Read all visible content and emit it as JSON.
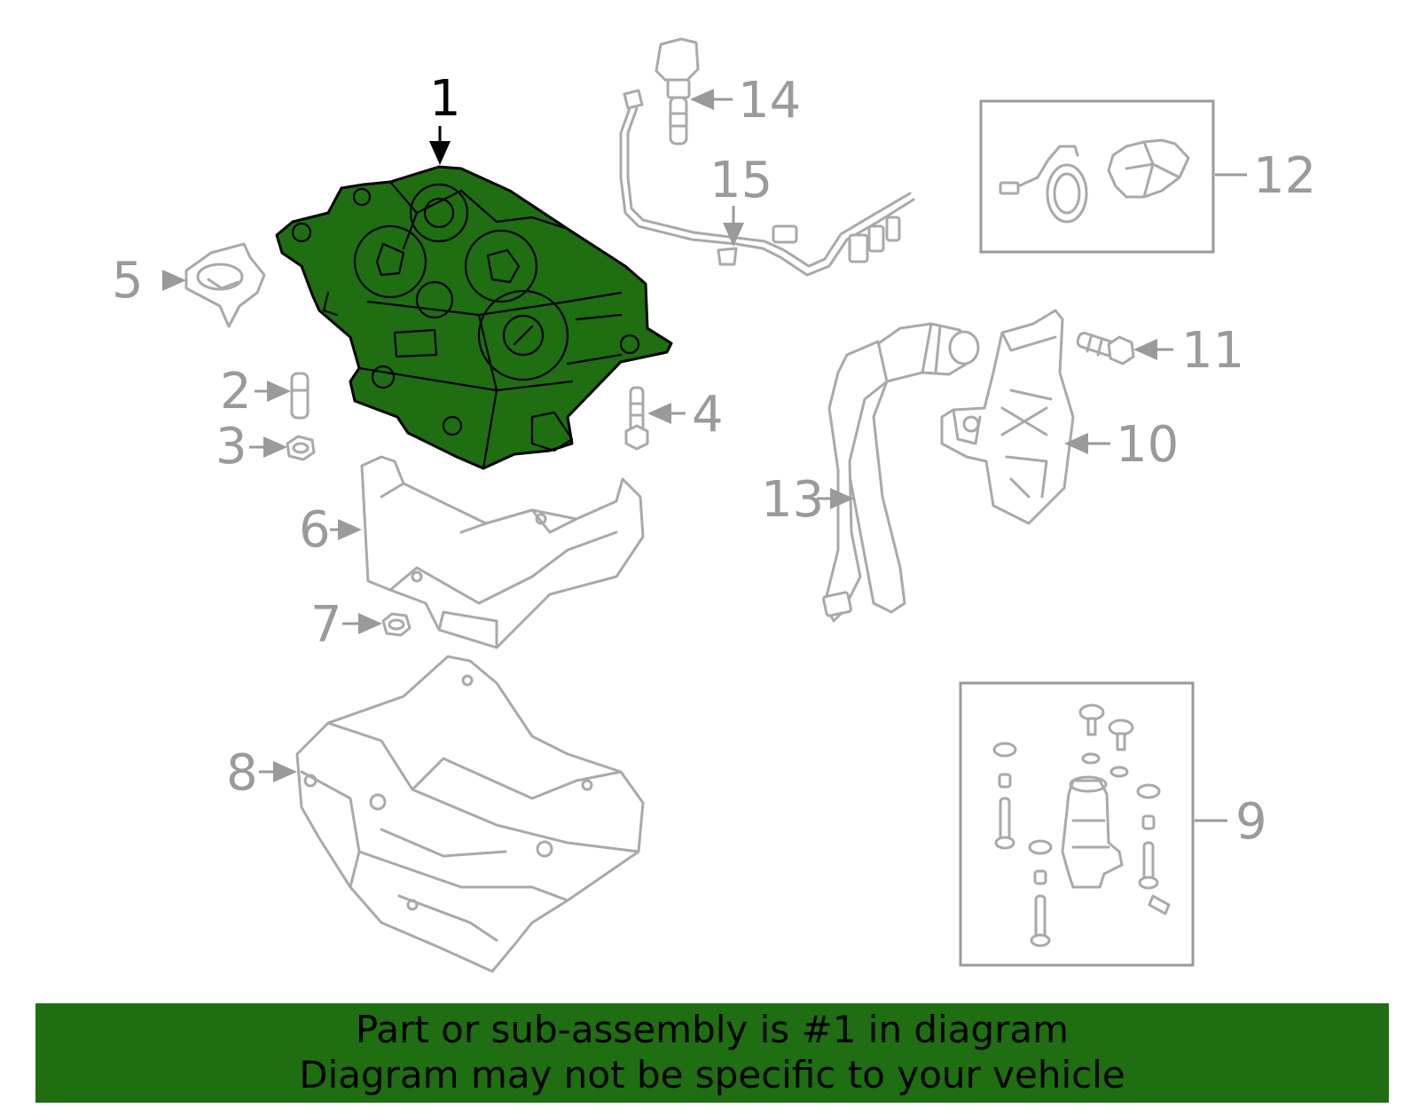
{
  "callouts": {
    "c1": "1",
    "c2": "2",
    "c3": "3",
    "c4": "4",
    "c5": "5",
    "c6": "6",
    "c7": "7",
    "c8": "8",
    "c9": "9",
    "c10": "10",
    "c11": "11",
    "c12": "12",
    "c13": "13",
    "c14": "14",
    "c15": "15"
  },
  "colors": {
    "highlight": "#1f6e12",
    "banner": "#1f6e12",
    "part_outline": "#a9a9a9"
  },
  "banner": {
    "line1": "Part or sub-assembly is #1 in diagram",
    "line2": "Diagram may not be specific to your vehicle"
  }
}
